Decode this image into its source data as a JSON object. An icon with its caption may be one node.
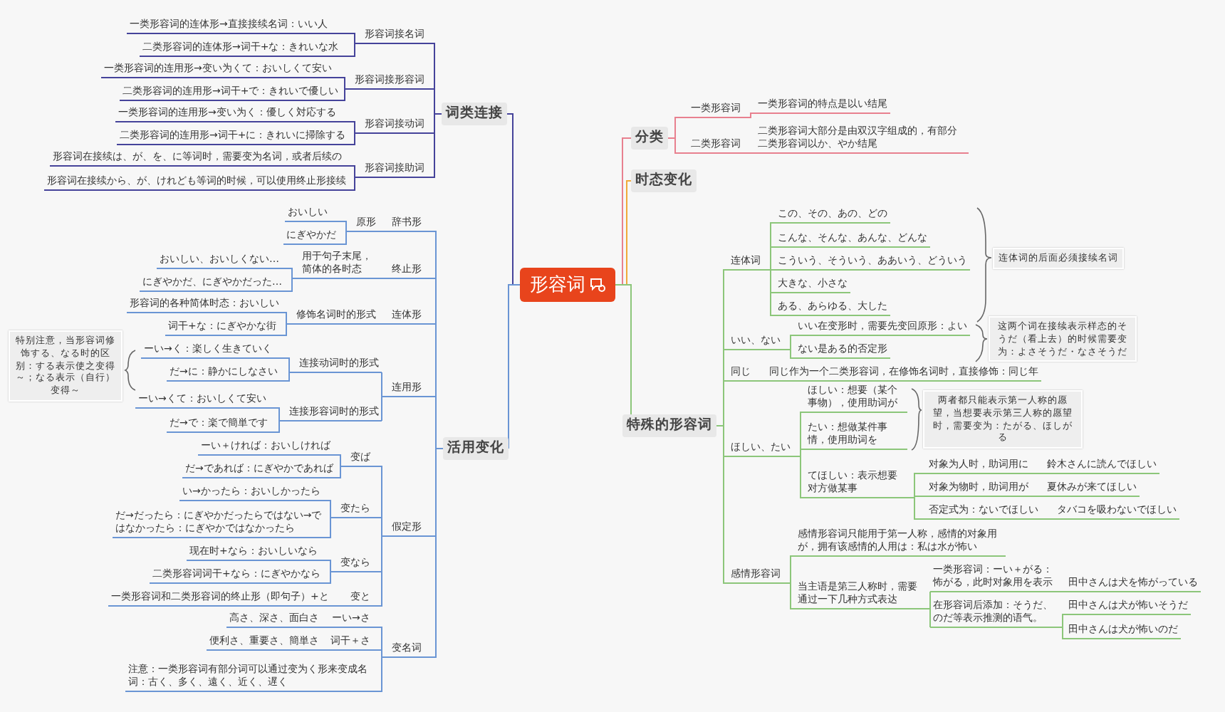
{
  "diagram": {
    "nodes": [
      {
        "text": [
          "形容词"
        ]
      },
      {
        "text": [
          "分类"
        ]
      },
      {
        "text": [
          "时态变化"
        ]
      },
      {
        "text": [
          "特殊的形容词"
        ]
      },
      {
        "text": [
          "词类连接"
        ]
      },
      {
        "text": [
          "活用变化"
        ]
      },
      {
        "text": [
          "一类形容词"
        ]
      },
      {
        "text": [
          "一类形容词的特点是以い结尾"
        ]
      },
      {
        "text": [
          "二类形容词"
        ]
      },
      {
        "text": [
          "二类形容词大部分是由双汉字组成的，有部分二类形容词以か、やか结尾"
        ]
      },
      {
        "text": [
          "连体词"
        ]
      },
      {
        "text": [
          "この、その、あの、どの"
        ]
      },
      {
        "text": [
          "こんな、そんな、あんな、どんな"
        ]
      },
      {
        "text": [
          "こういう、そういう、ああいう、どういう"
        ]
      },
      {
        "text": [
          "大きな、小さな"
        ]
      },
      {
        "text": [
          "ある、あらゆる、大した"
        ]
      },
      {
        "text": [
          "连体词的后面必须接续名词"
        ]
      },
      {
        "text": [
          "いい、ない"
        ]
      },
      {
        "text": [
          "いい在变形时，需要先变回原形：よい"
        ]
      },
      {
        "text": [
          "ない是ある的否定形"
        ]
      },
      {
        "text": [
          "这两个词在接续表示样态的そうだ（看上去）的时候需要变为：よさそうだ・なさそうだ"
        ]
      },
      {
        "text": [
          "同じ"
        ]
      },
      {
        "text": [
          "同じ作为一个二类形容词，在修饰名词时，直接修饰：同じ年"
        ]
      },
      {
        "text": [
          "ほしい、たい"
        ]
      },
      {
        "text": [
          "ほしい：想要（某个事物），使用助词が"
        ]
      },
      {
        "text": [
          "たい：想做某件事情，使用助词を"
        ]
      },
      {
        "text": [
          "てほしい：表示想要对方做某事"
        ]
      },
      {
        "text": [
          "对象为人时，助词用に"
        ]
      },
      {
        "text": [
          "鈴木さんに読んでほしい"
        ]
      },
      {
        "text": [
          "对象为物时，助词用が"
        ]
      },
      {
        "text": [
          "夏休みが来てほしい"
        ]
      },
      {
        "text": [
          "否定式为：ないでほしい"
        ]
      },
      {
        "text": [
          "タバコを吸わないでほしい"
        ]
      },
      {
        "text": [
          "两者都只能表示第一人称的愿望，当想要表示第三人称的愿望时，需要变为：たがる、ほしがる"
        ]
      },
      {
        "text": [
          "感情形容词"
        ]
      },
      {
        "text": [
          "感情形容词只能用于第一人称，感情的对象用が，拥有该感情的人用は：私は水が怖い"
        ]
      },
      {
        "text": [
          "当主语是第三人称时，需要通过一下几种方式表达"
        ]
      },
      {
        "text": [
          "一类形容词：ーい＋がる：怖がる，此时对象用を表示"
        ]
      },
      {
        "text": [
          "田中さんは犬を怖がっている"
        ]
      },
      {
        "text": [
          "在形容词后添加：そうだ、のだ等表示推测的语气。"
        ]
      },
      {
        "text": [
          "田中さんは犬が怖いそうだ"
        ]
      },
      {
        "text": [
          "田中さんは犬が怖いのだ"
        ]
      },
      {
        "text": [
          "形容词接名词"
        ]
      },
      {
        "text": [
          "一类形容词的连体形→直接接续名词：いい人"
        ]
      },
      {
        "text": [
          "二类形容词的连体形→词干+な：きれいな水"
        ]
      },
      {
        "text": [
          "形容词接形容词"
        ]
      },
      {
        "text": [
          "一类形容词的连用形→变い为くて：おいしくて安い"
        ]
      },
      {
        "text": [
          "二类形容词的连用形→词干+で：きれいで優しい"
        ]
      },
      {
        "text": [
          "形容词接动词"
        ]
      },
      {
        "text": [
          "一类形容词的连用形→变い为く：優しく対応する"
        ]
      },
      {
        "text": [
          "二类形容词的连用形→词干+に：きれいに掃除する"
        ]
      },
      {
        "text": [
          "形容词接助词"
        ]
      },
      {
        "text": [
          "形容词在接续は、が、を、に等词时，需要变为名词，或者后续の"
        ]
      },
      {
        "text": [
          "形容词在接续から、が、けれども等词的时候，可以使用终止形接续"
        ]
      },
      {
        "text": [
          "辞书形"
        ]
      },
      {
        "text": [
          "原形"
        ]
      },
      {
        "text": [
          "おいしい"
        ]
      },
      {
        "text": [
          "にぎやかだ"
        ]
      },
      {
        "text": [
          "终止形"
        ]
      },
      {
        "text": [
          "用于句子末尾，简体的各时态"
        ]
      },
      {
        "text": [
          "おいしい、おいしくない…"
        ]
      },
      {
        "text": [
          "にぎやかだ、にぎやかだった…"
        ]
      },
      {
        "text": [
          "连体形"
        ]
      },
      {
        "text": [
          "修饰名词时的形式"
        ]
      },
      {
        "text": [
          "形容词的各种简体时态：おいしい"
        ]
      },
      {
        "text": [
          "词干+な：にぎやかな街"
        ]
      },
      {
        "text": [
          "连用形"
        ]
      },
      {
        "text": [
          "连接动词时的形式"
        ]
      },
      {
        "text": [
          "ーい→く：楽しく生きていく"
        ]
      },
      {
        "text": [
          "だ→に：静かにしなさい"
        ]
      },
      {
        "text": [
          "连接形容词时的形式"
        ]
      },
      {
        "text": [
          "ーい→くて：おいしくて安い"
        ]
      },
      {
        "text": [
          "だ→で：楽で簡単です"
        ]
      },
      {
        "text": [
          "特别注意，当形容词修饰する、なる时的区别：する表示使之变得～；なる表示（自行）变得～"
        ]
      },
      {
        "text": [
          "假定形"
        ]
      },
      {
        "text": [
          "变ば"
        ]
      },
      {
        "text": [
          "ーい＋ければ：おいしければ"
        ]
      },
      {
        "text": [
          "だ→であれば：にぎやかであれば"
        ]
      },
      {
        "text": [
          "变たら"
        ]
      },
      {
        "text": [
          "い→かったら：おいしかったら"
        ]
      },
      {
        "text": [
          "だ→だったら：にぎやかだったらではない→ではなかったら：にぎやかではなかったら"
        ]
      },
      {
        "text": [
          "变なら"
        ]
      },
      {
        "text": [
          "现在时+なら：おいしいなら"
        ]
      },
      {
        "text": [
          "二类形容词词干+なら：にぎやかなら"
        ]
      },
      {
        "text": [
          "变と"
        ]
      },
      {
        "text": [
          "一类形容词和二类形容词的终止形（即句子）+と"
        ]
      },
      {
        "text": [
          "变名词"
        ]
      },
      {
        "text": [
          "ーい→さ"
        ]
      },
      {
        "text": [
          "高さ、深さ、面白さ"
        ]
      },
      {
        "text": [
          "词干＋さ"
        ]
      },
      {
        "text": [
          "便利さ、重要さ、簡単さ"
        ]
      },
      {
        "text": [
          "注意：一类形容词有部分词可以通过变为く形来变成名词：古く、多く、遠く、近く、遅く"
        ]
      }
    ],
    "edges": [
      {
        "from": 0,
        "to": 1,
        "arrow": "none",
        "color": "#e8808f"
      },
      {
        "from": 0,
        "to": 2,
        "arrow": "none",
        "color": "#f0a93a"
      },
      {
        "from": 0,
        "to": 3,
        "arrow": "none",
        "color": "#8cc67a"
      },
      {
        "from": 0,
        "to": 4,
        "arrow": "none",
        "color": "#45439a"
      },
      {
        "from": 0,
        "to": 5,
        "arrow": "none"
      },
      {
        "from": 1,
        "to": 6,
        "arrow": "none",
        "color": "#e8808f"
      },
      {
        "from": 6,
        "to": 7,
        "arrow": "none",
        "color": "#e8808f"
      },
      {
        "from": 1,
        "to": 8,
        "arrow": "none",
        "color": "#e8808f"
      },
      {
        "from": 8,
        "to": 9,
        "arrow": "none",
        "color": "#e8808f"
      },
      {
        "from": 3,
        "to": 10,
        "arrow": "none",
        "color": "#8cc67a"
      },
      {
        "from": 10,
        "to": 11,
        "arrow": "none",
        "color": "#8cc67a"
      },
      {
        "from": 10,
        "to": 12,
        "arrow": "none",
        "color": "#8cc67a"
      },
      {
        "from": 10,
        "to": 13,
        "arrow": "none",
        "color": "#8cc67a"
      },
      {
        "from": 10,
        "to": 14,
        "arrow": "none",
        "color": "#8cc67a"
      },
      {
        "from": 10,
        "to": 15,
        "arrow": "none",
        "color": "#8cc67a"
      },
      {
        "from": 3,
        "to": 17,
        "arrow": "none",
        "color": "#8cc67a"
      },
      {
        "from": 17,
        "to": 18,
        "arrow": "none",
        "color": "#8cc67a"
      },
      {
        "from": 17,
        "to": 19,
        "arrow": "none",
        "color": "#8cc67a"
      },
      {
        "from": 3,
        "to": 21,
        "arrow": "none",
        "color": "#8cc67a"
      },
      {
        "from": 21,
        "to": 22,
        "arrow": "none",
        "color": "#8cc67a"
      },
      {
        "from": 3,
        "to": 23,
        "arrow": "none",
        "color": "#8cc67a"
      },
      {
        "from": 23,
        "to": 24,
        "arrow": "none",
        "color": "#8cc67a"
      },
      {
        "from": 23,
        "to": 25,
        "arrow": "none",
        "color": "#8cc67a"
      },
      {
        "from": 23,
        "to": 26,
        "arrow": "none",
        "color": "#8cc67a"
      },
      {
        "from": 26,
        "to": 27,
        "arrow": "none",
        "color": "#8cc67a"
      },
      {
        "from": 27,
        "to": 28,
        "arrow": "none",
        "color": "#8cc67a"
      },
      {
        "from": 26,
        "to": 29,
        "arrow": "none",
        "color": "#8cc67a"
      },
      {
        "from": 29,
        "to": 30,
        "arrow": "none",
        "color": "#8cc67a"
      },
      {
        "from": 26,
        "to": 31,
        "arrow": "none",
        "color": "#8cc67a"
      },
      {
        "from": 31,
        "to": 32,
        "arrow": "none",
        "color": "#8cc67a"
      },
      {
        "from": 3,
        "to": 34,
        "arrow": "none",
        "color": "#8cc67a"
      },
      {
        "from": 34,
        "to": 35,
        "arrow": "none",
        "color": "#8cc67a"
      },
      {
        "from": 34,
        "to": 36,
        "arrow": "none",
        "color": "#8cc67a"
      },
      {
        "from": 36,
        "to": 37,
        "arrow": "none",
        "color": "#8cc67a"
      },
      {
        "from": 37,
        "to": 38,
        "arrow": "none",
        "color": "#8cc67a"
      },
      {
        "from": 36,
        "to": 39,
        "arrow": "none",
        "color": "#8cc67a"
      },
      {
        "from": 39,
        "to": 40,
        "arrow": "none",
        "color": "#8cc67a"
      },
      {
        "from": 39,
        "to": 41,
        "arrow": "none",
        "color": "#8cc67a"
      },
      {
        "from": 4,
        "to": 42,
        "arrow": "none",
        "color": "#45439a"
      },
      {
        "from": 42,
        "to": 43,
        "arrow": "none",
        "color": "#45439a"
      },
      {
        "from": 42,
        "to": 44,
        "arrow": "none",
        "color": "#45439a"
      },
      {
        "from": 4,
        "to": 45,
        "arrow": "none",
        "color": "#45439a"
      },
      {
        "from": 45,
        "to": 46,
        "arrow": "none",
        "color": "#45439a"
      },
      {
        "from": 45,
        "to": 47,
        "arrow": "none",
        "color": "#45439a"
      },
      {
        "from": 4,
        "to": 48,
        "arrow": "none",
        "color": "#45439a"
      },
      {
        "from": 48,
        "to": 49,
        "arrow": "none",
        "color": "#45439a"
      },
      {
        "from": 48,
        "to": 50,
        "arrow": "none",
        "color": "#45439a"
      },
      {
        "from": 4,
        "to": 51,
        "arrow": "none",
        "color": "#45439a"
      },
      {
        "from": 51,
        "to": 52,
        "arrow": "none",
        "color": "#45439a"
      },
      {
        "from": 51,
        "to": 53,
        "arrow": "none",
        "color": "#45439a"
      },
      {
        "from": 5,
        "to": 54,
        "arrow": "none"
      },
      {
        "from": 54,
        "to": 55,
        "arrow": "none"
      },
      {
        "from": 55,
        "to": 56,
        "arrow": "none"
      },
      {
        "from": 55,
        "to": 57,
        "arrow": "none"
      },
      {
        "from": 5,
        "to": 58,
        "arrow": "none"
      },
      {
        "from": 58,
        "to": 59,
        "arrow": "none"
      },
      {
        "from": 59,
        "to": 60,
        "arrow": "none"
      },
      {
        "from": 59,
        "to": 61,
        "arrow": "none"
      },
      {
        "from": 5,
        "to": 62,
        "arrow": "none"
      },
      {
        "from": 62,
        "to": 63,
        "arrow": "none"
      },
      {
        "from": 63,
        "to": 64,
        "arrow": "none"
      },
      {
        "from": 63,
        "to": 65,
        "arrow": "none"
      },
      {
        "from": 5,
        "to": 66,
        "arrow": "none"
      },
      {
        "from": 66,
        "to": 67,
        "arrow": "none"
      },
      {
        "from": 67,
        "to": 68,
        "arrow": "none"
      },
      {
        "from": 67,
        "to": 69,
        "arrow": "none"
      },
      {
        "from": 66,
        "to": 70,
        "arrow": "none"
      },
      {
        "from": 70,
        "to": 71,
        "arrow": "none"
      },
      {
        "from": 70,
        "to": 72,
        "arrow": "none"
      },
      {
        "from": 5,
        "to": 74,
        "arrow": "none"
      },
      {
        "from": 74,
        "to": 75,
        "arrow": "none"
      },
      {
        "from": 75,
        "to": 76,
        "arrow": "none"
      },
      {
        "from": 75,
        "to": 77,
        "arrow": "none"
      },
      {
        "from": 74,
        "to": 78,
        "arrow": "none"
      },
      {
        "from": 78,
        "to": 79,
        "arrow": "none"
      },
      {
        "from": 78,
        "to": 80,
        "arrow": "none"
      },
      {
        "from": 74,
        "to": 81,
        "arrow": "none"
      },
      {
        "from": 81,
        "to": 82,
        "arrow": "none"
      },
      {
        "from": 81,
        "to": 83,
        "arrow": "none"
      },
      {
        "from": 74,
        "to": 84,
        "arrow": "none"
      },
      {
        "from": 84,
        "to": 85,
        "arrow": "none"
      },
      {
        "from": 5,
        "to": 86,
        "arrow": "none"
      },
      {
        "from": 86,
        "to": 87,
        "arrow": "none"
      },
      {
        "from": 87,
        "to": 88,
        "arrow": "none"
      },
      {
        "from": 86,
        "to": 89,
        "arrow": "none"
      },
      {
        "from": 89,
        "to": 90,
        "arrow": "none"
      },
      {
        "from": 86,
        "to": 91,
        "arrow": "none"
      }
    ]
  }
}
